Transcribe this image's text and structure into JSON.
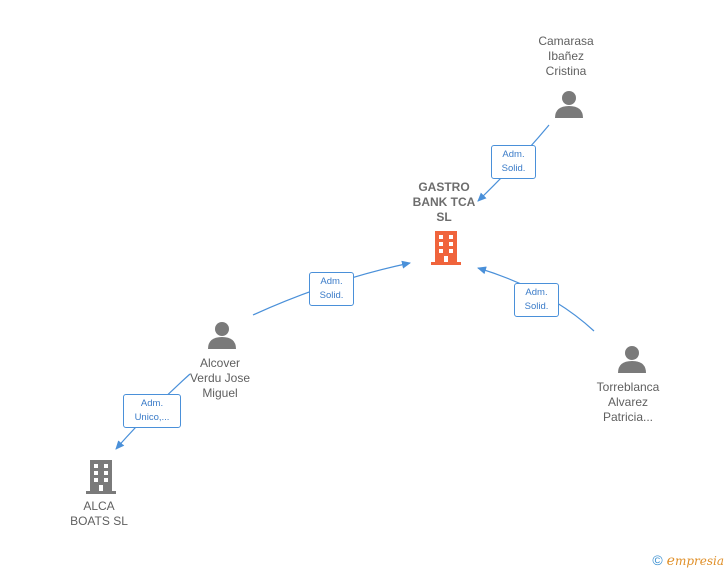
{
  "nodes": {
    "gastro": {
      "name": "GASTRO\nBANK TCA\nSL",
      "kind": "company",
      "color": "#f0643c"
    },
    "camarasa": {
      "name": "Camarasa\nIbañez\nCristina",
      "kind": "person"
    },
    "alcover": {
      "name": "Alcover\nVerdu Jose\nMiguel",
      "kind": "person"
    },
    "torreblanca": {
      "name": "Torreblanca\nAlvarez\nPatricia...",
      "kind": "person"
    },
    "alca": {
      "name": "ALCA\nBOATS SL",
      "kind": "company",
      "color": "#7a7a7a"
    }
  },
  "edges": {
    "camarasa_gastro": "Adm.\nSolid.",
    "alcover_gastro": "Adm.\nSolid.",
    "torreblanca_gastro": "Adm.\nSolid.",
    "alcover_alca": "Adm.\nUnico,..."
  },
  "footer": {
    "copyright": "©",
    "brand_initial": "e",
    "brand_rest": "mpresia"
  },
  "colors": {
    "edge": "#4a90d9",
    "person_icon": "#7a7a7a",
    "text": "#5f5f5f"
  }
}
